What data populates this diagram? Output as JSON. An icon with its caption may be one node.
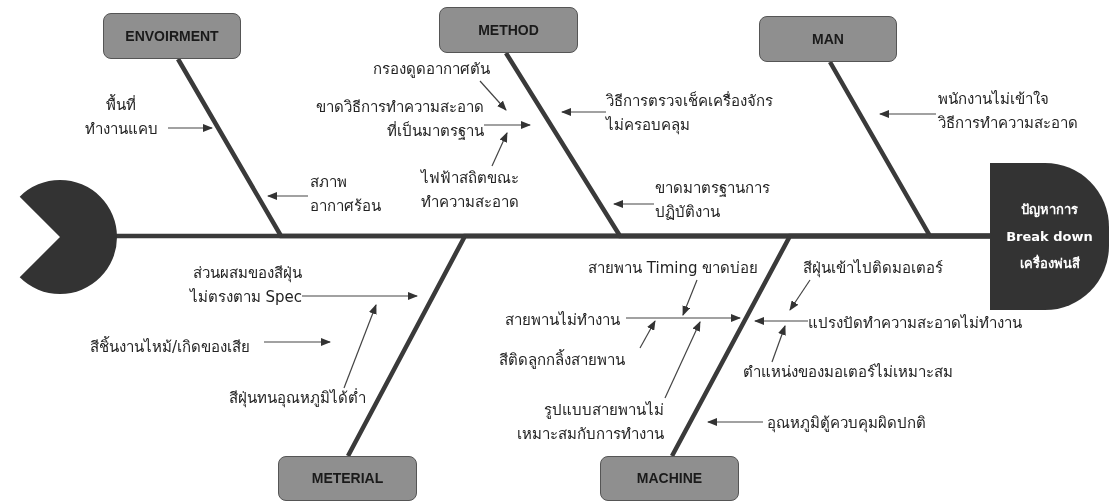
{
  "diagram": {
    "nodes": [
      {
        "text": [],
        "shape": "circle"
      },
      {
        "text": [
          "ปัญหาการ Break down เครื่องพ่นสี"
        ]
      },
      {
        "text": [
          "ENVOIRMENT"
        ]
      },
      {
        "text": [
          "METHOD"
        ]
      },
      {
        "text": [
          "MAN"
        ]
      },
      {
        "text": [
          "METERIAL"
        ]
      },
      {
        "text": [
          "MACHINE"
        ]
      },
      {
        "text": [
          "พื้นที่ ทำงานแคบ"
        ]
      },
      {
        "text": [
          "กรองดูดอากาศตัน"
        ]
      },
      {
        "text": [
          "ขาดวิธีการทำความสะอาด ที่เป็นมาตรฐาน"
        ]
      },
      {
        "text": [
          "วิธีการตรวจเช็คเครื่องจักร ไม่ครอบคลุม"
        ]
      },
      {
        "text": [
          "พนักงานไม่เข้าใจ วิธีการทำความสะอาด"
        ]
      },
      {
        "text": [
          "สภาพ อากาศร้อน"
        ]
      },
      {
        "text": [
          "ไฟฟ้าสถิตขณะ ทำความสะอาด"
        ]
      },
      {
        "text": [
          "ขาดมาตรฐานการ ปฏิบัติงาน"
        ]
      },
      {
        "text": [
          "ส่วนผสมของสีฝุ่น ไม่ตรงตาม Spec"
        ]
      },
      {
        "text": [
          "สายพาน Timing ขาดบ่อย"
        ]
      },
      {
        "text": [
          "สีฝุ่นเข้าไปติดมอเตอร์"
        ]
      },
      {
        "text": [
          "สายพานไม่ทำงาน"
        ]
      },
      {
        "text": [
          "แปรงปัดทำความสะอาดไม่ทำงาน"
        ]
      },
      {
        "text": [
          "สีชิ้นงานไหม้/เกิดของเสีย"
        ]
      },
      {
        "text": [
          "สีติดลูกกลิ้งสายพาน"
        ]
      },
      {
        "text": [
          "ตำแหน่งของมอเตอร์ไม่เหมาะสม"
        ]
      },
      {
        "text": [
          "สีฝุ่นทนอุณหภูมิได้ต่ำ"
        ]
      },
      {
        "text": [
          "รูปแบบสายพานไม่ เหมาะสมกับการทำงาน"
        ]
      },
      {
        "text": [
          "อุณหภูมิตู้ควบคุมผิดปกติ"
        ]
      }
    ],
    "edges": [
      {
        "from": 0,
        "to": 1,
        "arrow": "none",
        "style": "thick"
      },
      {
        "from": 2,
        "to": 1,
        "arrow": "none",
        "style": "thick"
      },
      {
        "from": 3,
        "to": 1,
        "arrow": "none",
        "style": "thick"
      },
      {
        "from": 4,
        "to": 1,
        "arrow": "none",
        "style": "thick"
      },
      {
        "from": 5,
        "to": 1,
        "arrow": "none",
        "style": "thick"
      },
      {
        "from": 6,
        "to": 1,
        "arrow": "none",
        "style": "thick"
      },
      {
        "from": 7,
        "to": null,
        "arrow": "to"
      },
      {
        "from": 8,
        "to": 9,
        "arrow": "to"
      },
      {
        "from": 9,
        "to": null,
        "arrow": "to"
      },
      {
        "from": 13,
        "to": 9,
        "arrow": "to"
      },
      {
        "from": 10,
        "to": null,
        "arrow": "to"
      },
      {
        "from": 14,
        "to": null,
        "arrow": "to"
      },
      {
        "from": 11,
        "to": null,
        "arrow": "to"
      },
      {
        "from": 12,
        "to": null,
        "arrow": "to"
      },
      {
        "from": 15,
        "to": null,
        "arrow": "to"
      },
      {
        "from": 20,
        "to": null,
        "arrow": "to"
      },
      {
        "from": 23,
        "to": 15,
        "arrow": "to"
      },
      {
        "from": 16,
        "to": null,
        "arrow": "to"
      },
      {
        "from": 18,
        "to": null,
        "arrow": "to"
      },
      {
        "from": 21,
        "to": 18,
        "arrow": "to"
      },
      {
        "from": 24,
        "to": null,
        "arrow": "to"
      },
      {
        "from": 17,
        "to": 19,
        "arrow": "to"
      },
      {
        "from": 19,
        "to": null,
        "arrow": "to"
      },
      {
        "from": 22,
        "to": 19,
        "arrow": "to"
      },
      {
        "from": 25,
        "to": null,
        "arrow": "to"
      }
    ]
  }
}
